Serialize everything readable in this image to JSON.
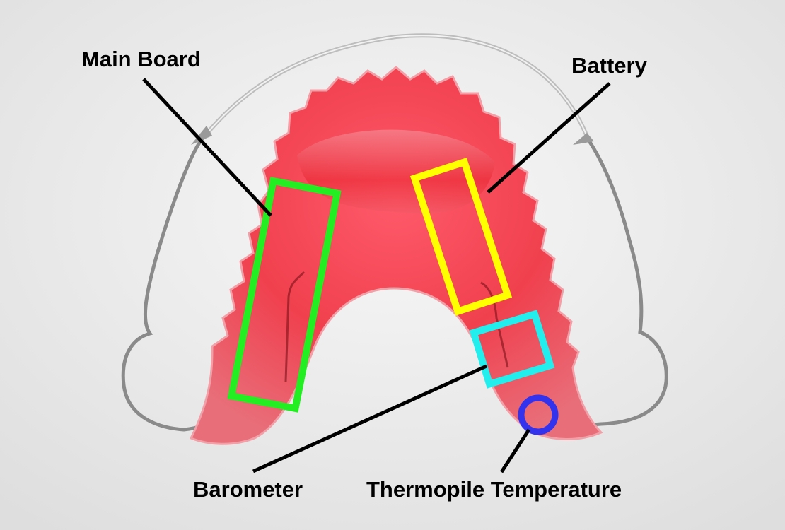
{
  "labels": {
    "main_board": "Main Board",
    "battery": "Battery",
    "barometer": "Barometer",
    "thermopile": "Thermopile Temperature"
  },
  "colors": {
    "main_board": "#22ee22",
    "battery": "#ffff00",
    "barometer": "#22eeee",
    "thermopile": "#3333ee",
    "leader_line": "#000000",
    "acrylic": "#e8323c",
    "wire": "#9a9a9a"
  }
}
